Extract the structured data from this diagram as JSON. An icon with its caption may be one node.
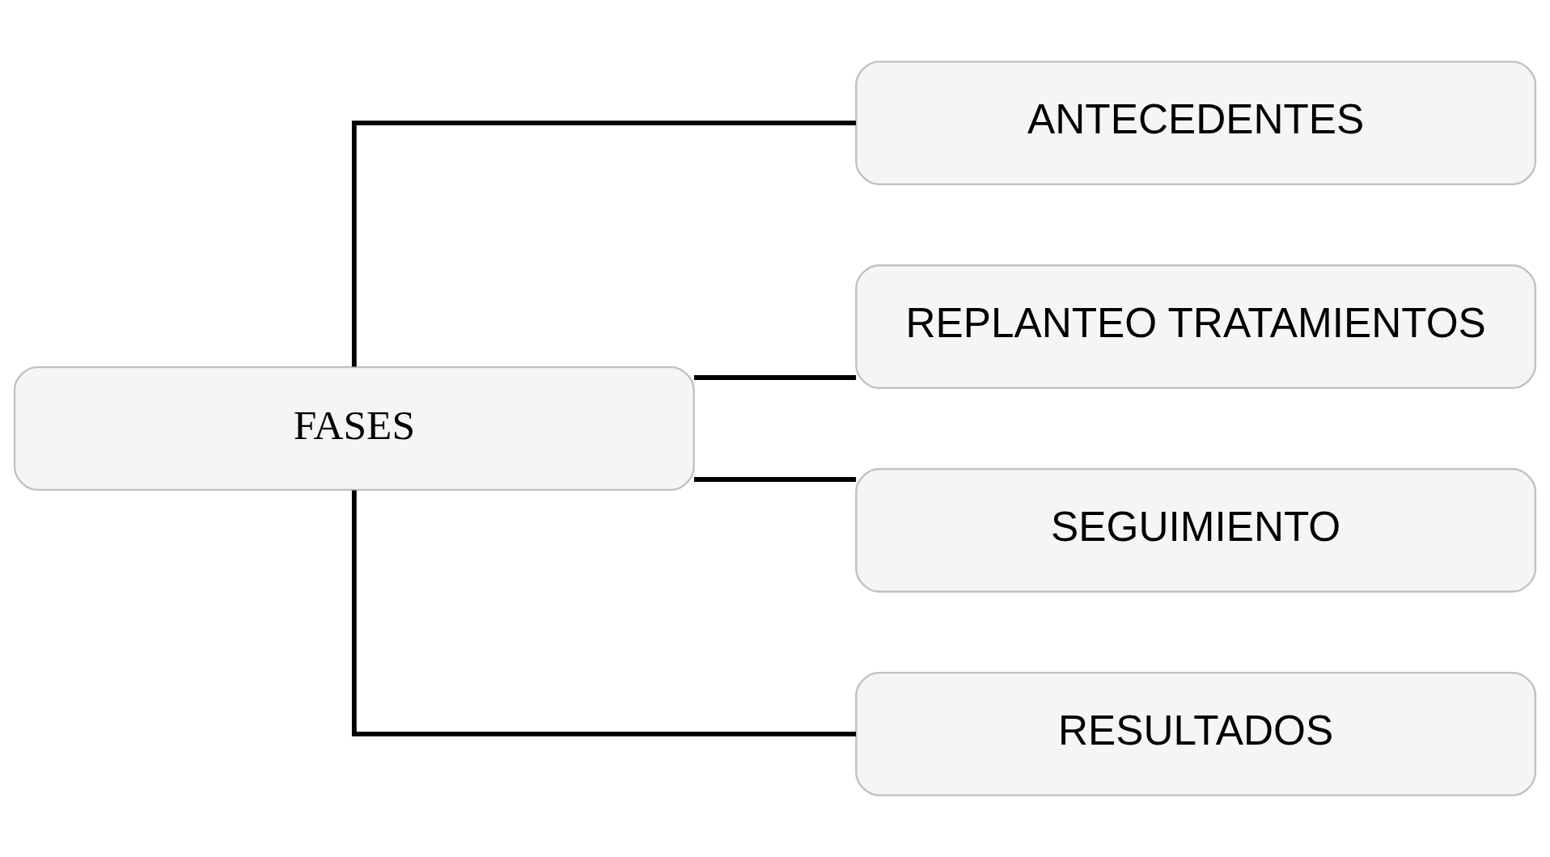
{
  "diagram": {
    "nodes": [
      {
        "text": [
          "FASES"
        ]
      },
      {
        "text": [
          "ANTECEDENTES"
        ]
      },
      {
        "text": [
          "REPLANTEO TRATAMIENTOS"
        ]
      },
      {
        "text": [
          "SEGUIMIENTO"
        ]
      },
      {
        "text": [
          "RESULTADOS"
        ]
      }
    ],
    "edges": [
      {
        "from": 0,
        "to": 1,
        "arrow": "none"
      },
      {
        "from": 0,
        "to": 2,
        "arrow": "none"
      },
      {
        "from": 0,
        "to": 3,
        "arrow": "none"
      },
      {
        "from": 0,
        "to": 4,
        "arrow": "none"
      }
    ]
  }
}
